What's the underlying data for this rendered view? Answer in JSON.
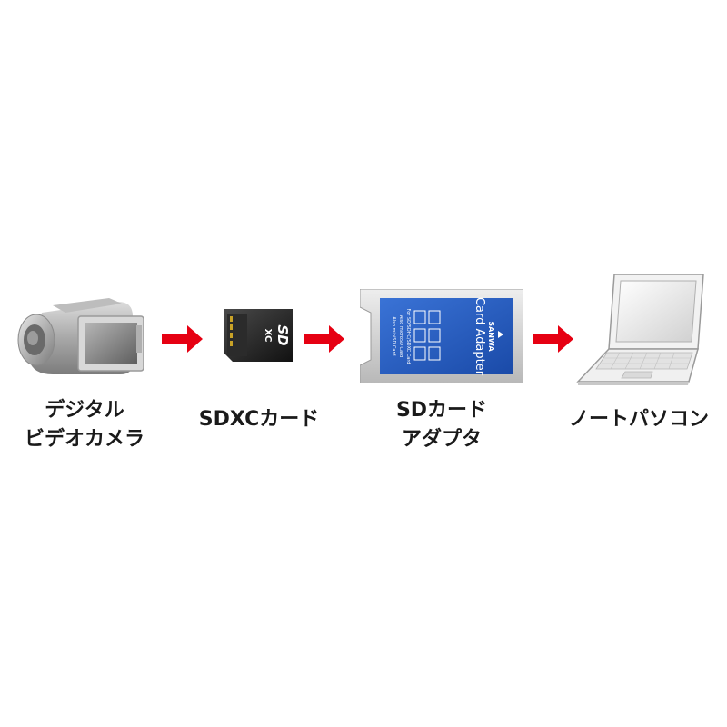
{
  "steps": [
    {
      "label_lines": [
        "デジタル",
        "ビデオカメラ"
      ],
      "icon": "video-camera-icon"
    },
    {
      "label_lines": [
        "SDXCカード"
      ],
      "icon": "sdxc-card-icon"
    },
    {
      "label_lines": [
        "SDカード",
        "アダプタ"
      ],
      "icon": "sd-card-adapter-icon"
    },
    {
      "label_lines": [
        "ノートパソコン"
      ],
      "icon": "laptop-icon"
    }
  ],
  "sd_card": {
    "logo_text": "SD",
    "sub_text": "XC"
  },
  "adapter": {
    "brand": "SANWA",
    "title": "Card Adapter",
    "fine_print": [
      "For SD/SDHC/SDXC Card",
      "Also microSD Card",
      "Also miniSD Card"
    ]
  },
  "colors": {
    "arrow": "#e60012",
    "adapter_blue": "#1f56b8",
    "camera_gray": "#9a9a9a"
  }
}
